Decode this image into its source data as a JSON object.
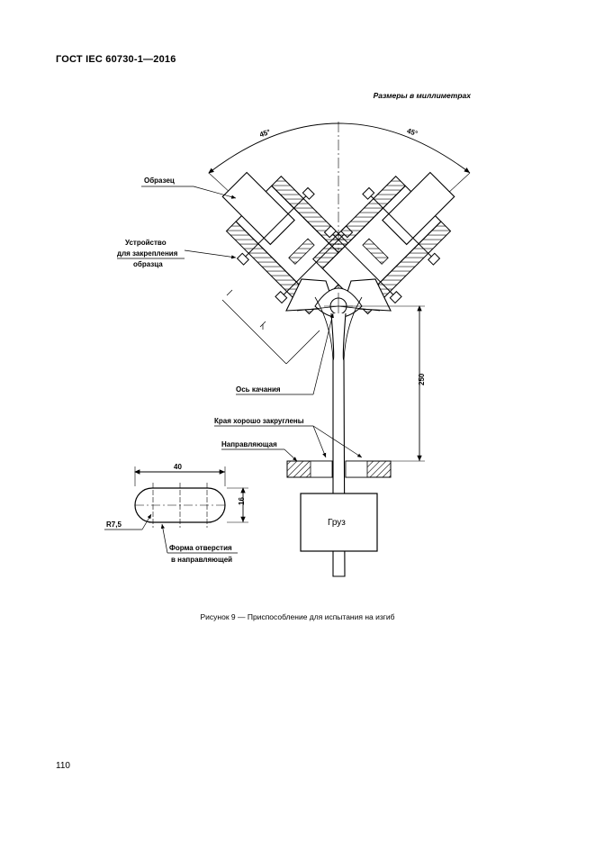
{
  "header": {
    "standard": "ГОСТ IEC 60730-1—2016"
  },
  "units_note": "Размеры в миллиметрах",
  "figure": {
    "labels": {
      "specimen": "Образец",
      "clamp_line1": "Устройство",
      "clamp_line2": "для закрепления",
      "clamp_line3": "образца",
      "swing_axis": "Ось качания",
      "edges": "Края хорошо закруглены",
      "guide": "Направляющая",
      "weight": "Груз",
      "hole_line1": "Форма отверстия",
      "hole_line2": "в направляющей"
    },
    "dimensions": {
      "angle_left": "45°",
      "angle_right": "45°",
      "height": "250",
      "hole_length": "40",
      "hole_width": "16",
      "radius": "R7,5"
    }
  },
  "caption": "Рисунок 9 — Приспособление для испытания на изгиб",
  "page_number": "110"
}
